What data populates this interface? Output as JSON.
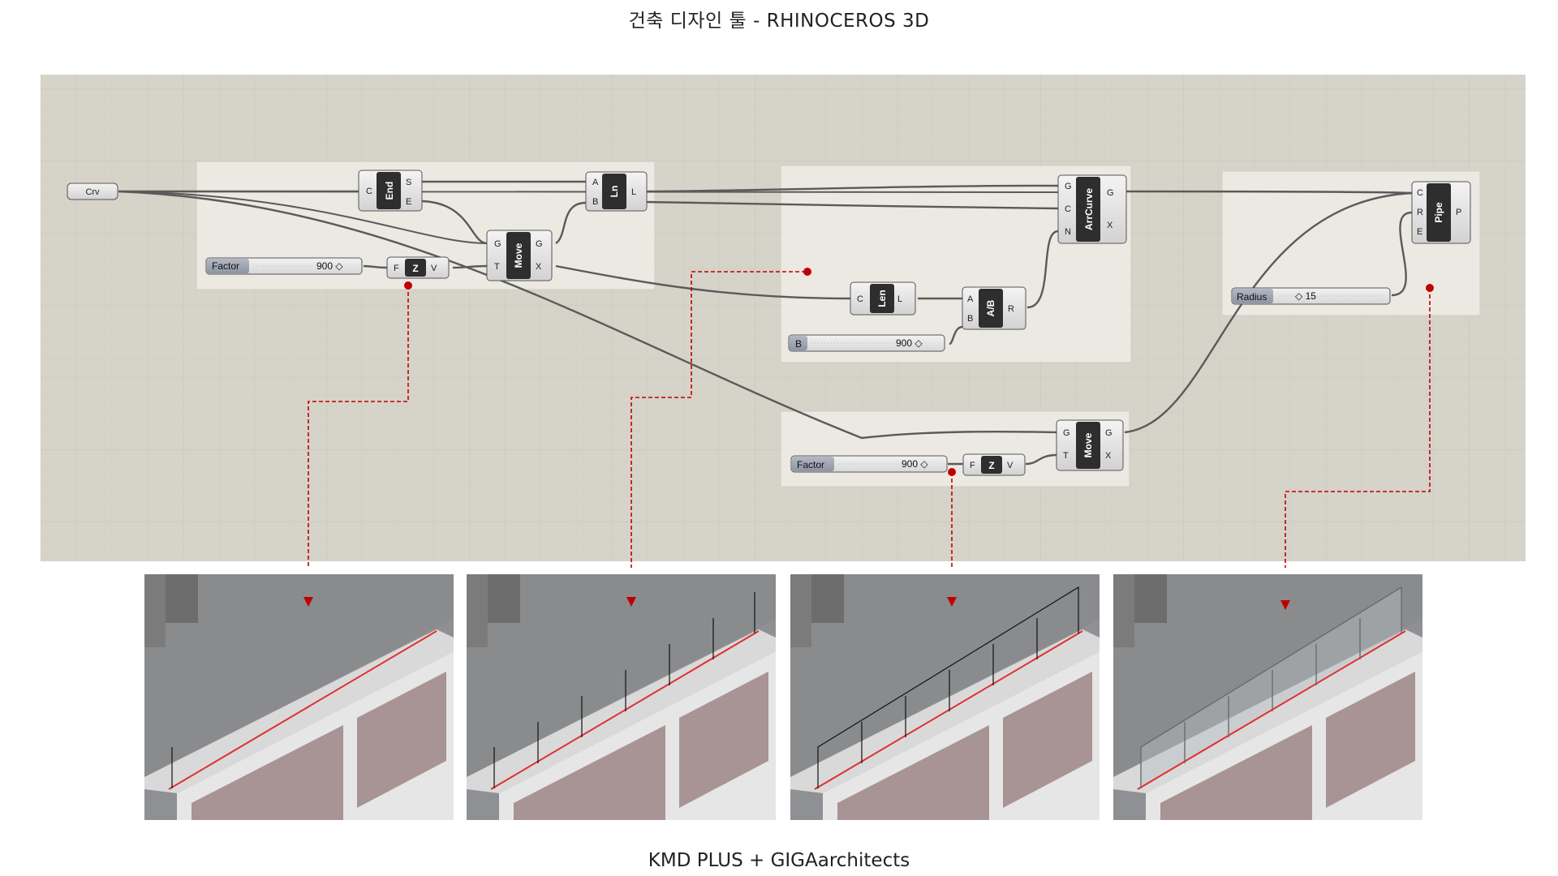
{
  "title": "건축 디자인 툴 - RHINOCEROS 3D",
  "footer": "KMD PLUS + GIGAarchitects",
  "canvas": {
    "crv_param": "Crv",
    "group1": {
      "end_node": {
        "name": "End",
        "inputs": [
          "C"
        ],
        "outputs": [
          "S",
          "E"
        ]
      },
      "line_node": {
        "name": "Ln",
        "inputs": [
          "A",
          "B"
        ],
        "outputs": [
          "L"
        ]
      },
      "move_node": {
        "name": "Move",
        "inputs": [
          "G",
          "T"
        ],
        "outputs": [
          "G",
          "X"
        ]
      },
      "factor_slider": {
        "label": "Factor",
        "value": "900 ◇"
      },
      "unitz_node": {
        "name": "Z",
        "inputs": [
          "F"
        ],
        "outputs": [
          "V"
        ]
      }
    },
    "group2": {
      "arccurve_node": {
        "name": "ArrCurve",
        "inputs": [
          "G",
          "C",
          "N"
        ],
        "outputs": [
          "G",
          "X"
        ]
      },
      "length_node": {
        "name": "Len",
        "inputs": [
          "C"
        ],
        "outputs": [
          "L"
        ]
      },
      "divide_node": {
        "name": "A/B",
        "inputs": [
          "A",
          "B"
        ],
        "outputs": [
          "R"
        ]
      },
      "b_slider": {
        "label": "B",
        "value": "900 ◇"
      }
    },
    "group3": {
      "pipe_node": {
        "name": "Pipe",
        "inputs": [
          "C",
          "R",
          "E"
        ],
        "outputs": [
          "P"
        ]
      },
      "radius_slider": {
        "label": "Radius",
        "value": "◇ 15"
      }
    },
    "group4": {
      "move_node": {
        "name": "Move",
        "inputs": [
          "G",
          "T"
        ],
        "outputs": [
          "G",
          "X"
        ]
      },
      "factor_slider": {
        "label": "Factor",
        "value": "900 ◇"
      },
      "unitz_node": {
        "name": "Z",
        "inputs": [
          "F"
        ],
        "outputs": [
          "V"
        ]
      }
    }
  },
  "colors": {
    "canvas_bg": "#d6d3c9",
    "group_bg": "#ece9e2",
    "wire": "#5a5a5a",
    "annotation": "#c00000",
    "red_edge": "#e03030",
    "wall_fill": "#a89494"
  },
  "renders": [
    {
      "stage": "posts-start"
    },
    {
      "stage": "posts"
    },
    {
      "stage": "frame"
    },
    {
      "stage": "pipe-glass"
    }
  ]
}
